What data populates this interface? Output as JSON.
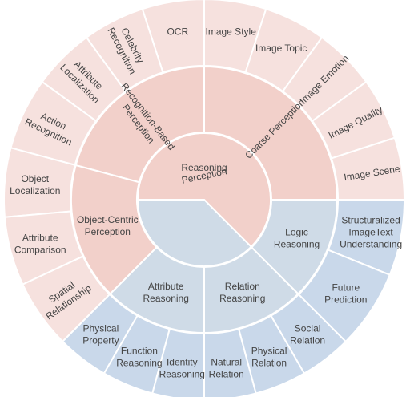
{
  "colors": {
    "perception": "#f2d0ca",
    "perception_light": "#f6e1de",
    "reasoning": "#cfdbe7",
    "reasoning_light": "#c9d8ea",
    "stroke": "#ffffff",
    "text": "#444444"
  },
  "center": [
    {
      "id": "perception",
      "label": "Perception",
      "start": -90,
      "end": 135,
      "color": "#f2d0ca"
    },
    {
      "id": "reasoning",
      "label": "Reasoning",
      "start": 135,
      "end": 270,
      "color": "#cfdbe7"
    }
  ],
  "middle": [
    {
      "id": "coarse-perception",
      "label": "Coarse Perception",
      "start": 0,
      "end": 90,
      "color": "#f2d0ca",
      "rotate": true
    },
    {
      "id": "recognition-based-perception",
      "label": "Recognition-Based Perception",
      "lines": [
        "Recognition-Based",
        "Perception"
      ],
      "start": -75,
      "end": 0,
      "color": "#f2d0ca",
      "rotate": true
    },
    {
      "id": "object-centric-perception",
      "label": "Object-Centric Perception",
      "lines": [
        "Object-Centric",
        "Perception"
      ],
      "start": -135,
      "end": -75,
      "color": "#f2d0ca",
      "rotate": false
    },
    {
      "id": "attribute-reasoning",
      "label": "Attribute Reasoning",
      "lines": [
        "Attribute",
        "Reasoning"
      ],
      "start": -180,
      "end": -135,
      "color": "#cfdbe7",
      "rotate": false
    },
    {
      "id": "relation-reasoning",
      "label": "Relation Reasoning",
      "lines": [
        "Relation",
        "Reasoning"
      ],
      "start": 135,
      "end": 180,
      "color": "#cfdbe7",
      "rotate": false
    },
    {
      "id": "logic-reasoning",
      "label": "Logic Reasoning",
      "lines": [
        "Logic",
        "Reasoning"
      ],
      "start": 90,
      "end": 135,
      "color": "#cfdbe7",
      "rotate": false
    }
  ],
  "outer": [
    {
      "id": "image-style",
      "label": "Image Style",
      "start": 0,
      "end": 18,
      "color": "#f6e1de",
      "rotate": false
    },
    {
      "id": "image-topic",
      "label": "Image Topic",
      "start": 18,
      "end": 36,
      "color": "#f6e1de",
      "rotate": false
    },
    {
      "id": "image-emotion",
      "label": "Image Emotion",
      "start": 36,
      "end": 54,
      "color": "#f6e1de",
      "rotate": true
    },
    {
      "id": "image-quality",
      "label": "Image Quality",
      "start": 54,
      "end": 72,
      "color": "#f6e1de",
      "rotate": true
    },
    {
      "id": "image-scene",
      "label": "Image Scene",
      "start": 72,
      "end": 90,
      "color": "#f6e1de",
      "rotate": true
    },
    {
      "id": "ocr",
      "label": "OCR",
      "start": -18,
      "end": 0,
      "color": "#f6e1de",
      "rotate": false
    },
    {
      "id": "celebrity-recognition",
      "label": "Celebrity Recognition",
      "lines": [
        "Celebrity",
        "Recognition"
      ],
      "start": -36,
      "end": -18,
      "color": "#f6e1de",
      "rotate": true
    },
    {
      "id": "attribute-localization",
      "label": "Attribute Localization",
      "lines": [
        "Attribute",
        "Localization"
      ],
      "start": -54,
      "end": -36,
      "color": "#f6e1de",
      "rotate": true
    },
    {
      "id": "action-recognition",
      "label": "Action Recognition",
      "lines": [
        "Action",
        "Recognition"
      ],
      "start": -75,
      "end": -54,
      "color": "#f6e1de",
      "rotate": true
    },
    {
      "id": "object-localization",
      "label": "Object Localization",
      "lines": [
        "Object",
        "Localization"
      ],
      "start": -95,
      "end": -75,
      "color": "#f6e1de",
      "rotate": false
    },
    {
      "id": "attribute-comparison",
      "label": "Attribute Comparison",
      "lines": [
        "Attribute",
        "Comparison"
      ],
      "start": -115,
      "end": -95,
      "color": "#f6e1de",
      "rotate": false
    },
    {
      "id": "spatial-relationship",
      "label": "Spatial Relationship",
      "lines": [
        "Spatial",
        "Relationship"
      ],
      "start": -135,
      "end": -115,
      "color": "#f6e1de",
      "rotate": true
    },
    {
      "id": "physical-property",
      "label": "Physical Property",
      "lines": [
        "Physical",
        "Property"
      ],
      "start": -150,
      "end": -135,
      "color": "#c9d8ea",
      "rotate": false
    },
    {
      "id": "function-reasoning",
      "label": "Function Reasoning",
      "lines": [
        "Function",
        "Reasoning"
      ],
      "start": -165,
      "end": -150,
      "color": "#c9d8ea",
      "rotate": false
    },
    {
      "id": "identity-reasoning",
      "label": "Identity Reasoning",
      "lines": [
        "Identity",
        "Reasoning"
      ],
      "start": -180,
      "end": -165,
      "color": "#c9d8ea",
      "rotate": false
    },
    {
      "id": "natural-relation",
      "label": "Natural Relation",
      "lines": [
        "Natural",
        "Relation"
      ],
      "start": 165,
      "end": 180,
      "color": "#c9d8ea",
      "rotate": false
    },
    {
      "id": "physical-relation",
      "label": "Physical Relation",
      "lines": [
        "Physical",
        "Relation"
      ],
      "start": 150,
      "end": 165,
      "color": "#c9d8ea",
      "rotate": false
    },
    {
      "id": "social-relation",
      "label": "Social Relation",
      "lines": [
        "Social",
        "Relation"
      ],
      "start": 135,
      "end": 150,
      "color": "#c9d8ea",
      "rotate": false
    },
    {
      "id": "future-prediction",
      "label": "Future Prediction",
      "lines": [
        "Future",
        "Prediction"
      ],
      "start": 112,
      "end": 135,
      "color": "#c9d8ea",
      "rotate": false
    },
    {
      "id": "structuralized-imagetext-understanding",
      "label": "Structuralized ImageText Understanding",
      "lines": [
        "Structuralized",
        "ImageText",
        "Understanding"
      ],
      "start": 90,
      "end": 112,
      "color": "#c9d8ea",
      "rotate": false
    }
  ]
}
